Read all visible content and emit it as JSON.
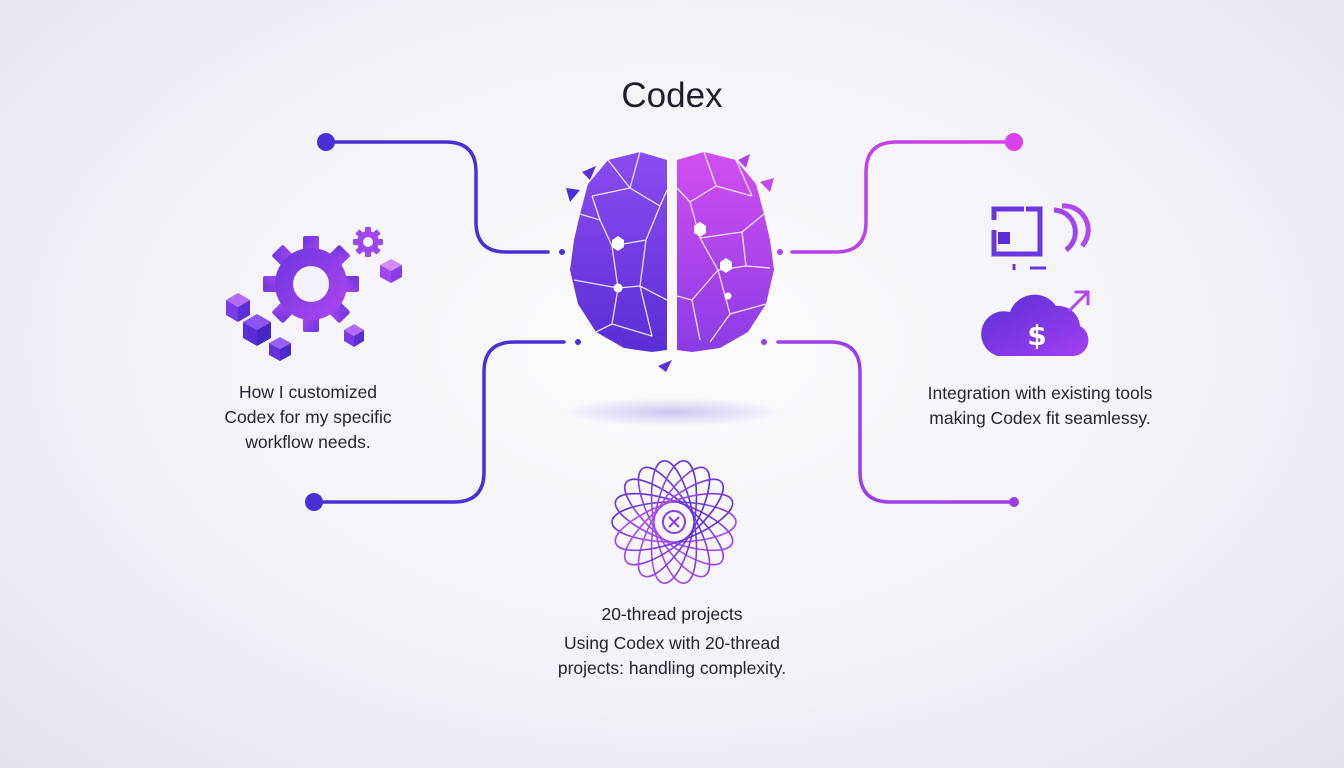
{
  "title": "Codex",
  "left_node": {
    "lines": [
      "How I customized",
      "Codex for my specific",
      "workflow needs."
    ]
  },
  "right_node": {
    "lines": [
      "Integration with existing tools",
      "making Codex fit seamlessy."
    ]
  },
  "bottom_node": {
    "heading": "20-thread projects",
    "lines": [
      "Using Codex with 20-thread",
      "projects: handling complexity."
    ]
  },
  "icons": {
    "center": "brain-icon",
    "left": "gears-icon",
    "right_top": "workflow-loop-icon",
    "right_bottom": "cloud-dollar-icon",
    "bottom": "spirograph-flower-icon"
  },
  "colors": {
    "indigo": "#4b2fd6",
    "violet": "#8b3cf0",
    "magenta": "#d946ef"
  }
}
